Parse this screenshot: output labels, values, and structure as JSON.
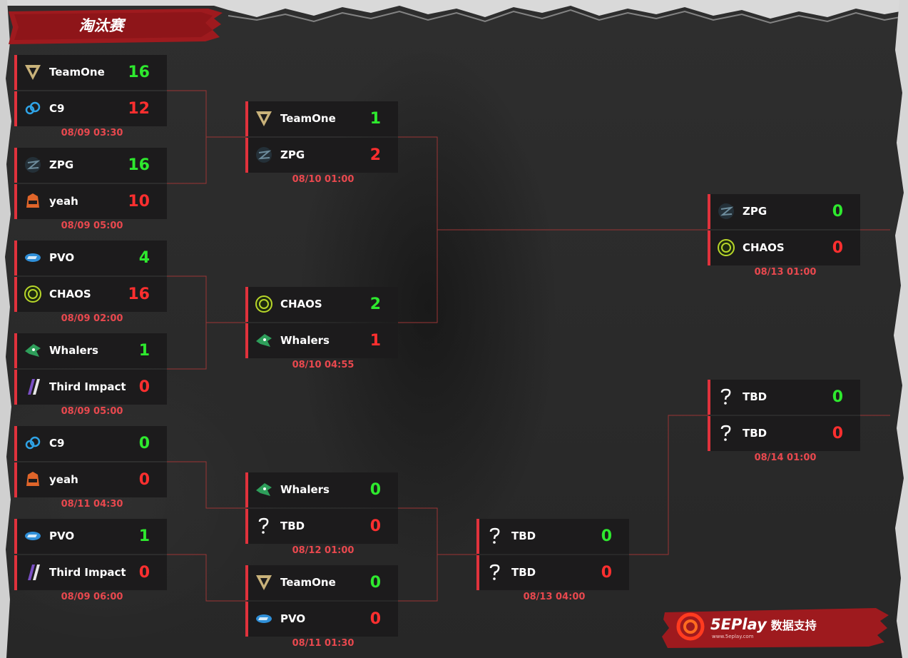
{
  "page": {
    "title": "淘汰赛"
  },
  "colors": {
    "accent": "#e0323c",
    "win": "#2ee92e",
    "loss": "#ff2f2f",
    "date": "#e8484e",
    "connector": "#9b3535"
  },
  "matches": [
    {
      "teams": [
        {
          "name": "TeamOne",
          "logo": "teamone",
          "score": "16",
          "result": "win"
        },
        {
          "name": "C9",
          "logo": "c9",
          "score": "12",
          "result": "loss"
        }
      ],
      "date": "08/09 03:30"
    },
    {
      "teams": [
        {
          "name": "ZPG",
          "logo": "zpg",
          "score": "16",
          "result": "win"
        },
        {
          "name": "yeah",
          "logo": "yeah",
          "score": "10",
          "result": "loss"
        }
      ],
      "date": "08/09 05:00"
    },
    {
      "teams": [
        {
          "name": "PVO",
          "logo": "pvo",
          "score": "4",
          "result": "win"
        },
        {
          "name": "CHAOS",
          "logo": "chaos",
          "score": "16",
          "result": "loss"
        }
      ],
      "date": "08/09 02:00"
    },
    {
      "teams": [
        {
          "name": "Whalers",
          "logo": "whalers",
          "score": "1",
          "result": "win"
        },
        {
          "name": "Third Impact",
          "logo": "thirdimpact",
          "score": "0",
          "result": "loss"
        }
      ],
      "date": "08/09 05:00"
    },
    {
      "teams": [
        {
          "name": "C9",
          "logo": "c9",
          "score": "0",
          "result": "win"
        },
        {
          "name": "yeah",
          "logo": "yeah",
          "score": "0",
          "result": "loss"
        }
      ],
      "date": "08/11 04:30"
    },
    {
      "teams": [
        {
          "name": "PVO",
          "logo": "pvo",
          "score": "1",
          "result": "win"
        },
        {
          "name": "Third Impact",
          "logo": "thirdimpact",
          "score": "0",
          "result": "loss"
        }
      ],
      "date": "08/09 06:00"
    },
    {
      "teams": [
        {
          "name": "TeamOne",
          "logo": "teamone",
          "score": "1",
          "result": "win"
        },
        {
          "name": "ZPG",
          "logo": "zpg",
          "score": "2",
          "result": "loss"
        }
      ],
      "date": "08/10 01:00"
    },
    {
      "teams": [
        {
          "name": "CHAOS",
          "logo": "chaos",
          "score": "2",
          "result": "win"
        },
        {
          "name": "Whalers",
          "logo": "whalers",
          "score": "1",
          "result": "loss"
        }
      ],
      "date": "08/10 04:55"
    },
    {
      "teams": [
        {
          "name": "Whalers",
          "logo": "whalers",
          "score": "0",
          "result": "win"
        },
        {
          "name": "TBD",
          "logo": "tbd",
          "score": "0",
          "result": "loss"
        }
      ],
      "date": "08/12 01:00"
    },
    {
      "teams": [
        {
          "name": "TeamOne",
          "logo": "teamone",
          "score": "0",
          "result": "win"
        },
        {
          "name": "PVO",
          "logo": "pvo",
          "score": "0",
          "result": "loss"
        }
      ],
      "date": "08/11 01:30"
    },
    {
      "teams": [
        {
          "name": "TBD",
          "logo": "tbd",
          "score": "0",
          "result": "win"
        },
        {
          "name": "TBD",
          "logo": "tbd",
          "score": "0",
          "result": "loss"
        }
      ],
      "date": "08/13 04:00"
    },
    {
      "teams": [
        {
          "name": "ZPG",
          "logo": "zpg",
          "score": "0",
          "result": "win"
        },
        {
          "name": "CHAOS",
          "logo": "chaos",
          "score": "0",
          "result": "loss"
        }
      ],
      "date": "08/13 01:00"
    },
    {
      "teams": [
        {
          "name": "TBD",
          "logo": "tbd",
          "score": "0",
          "result": "win"
        },
        {
          "name": "TBD",
          "logo": "tbd",
          "score": "0",
          "result": "loss"
        }
      ],
      "date": "08/14 01:00"
    }
  ],
  "sponsor": {
    "brand": "5EPlay",
    "suffix": "数据支持",
    "url": "www.5eplay.com",
    "logo": "5eplay-logo"
  }
}
